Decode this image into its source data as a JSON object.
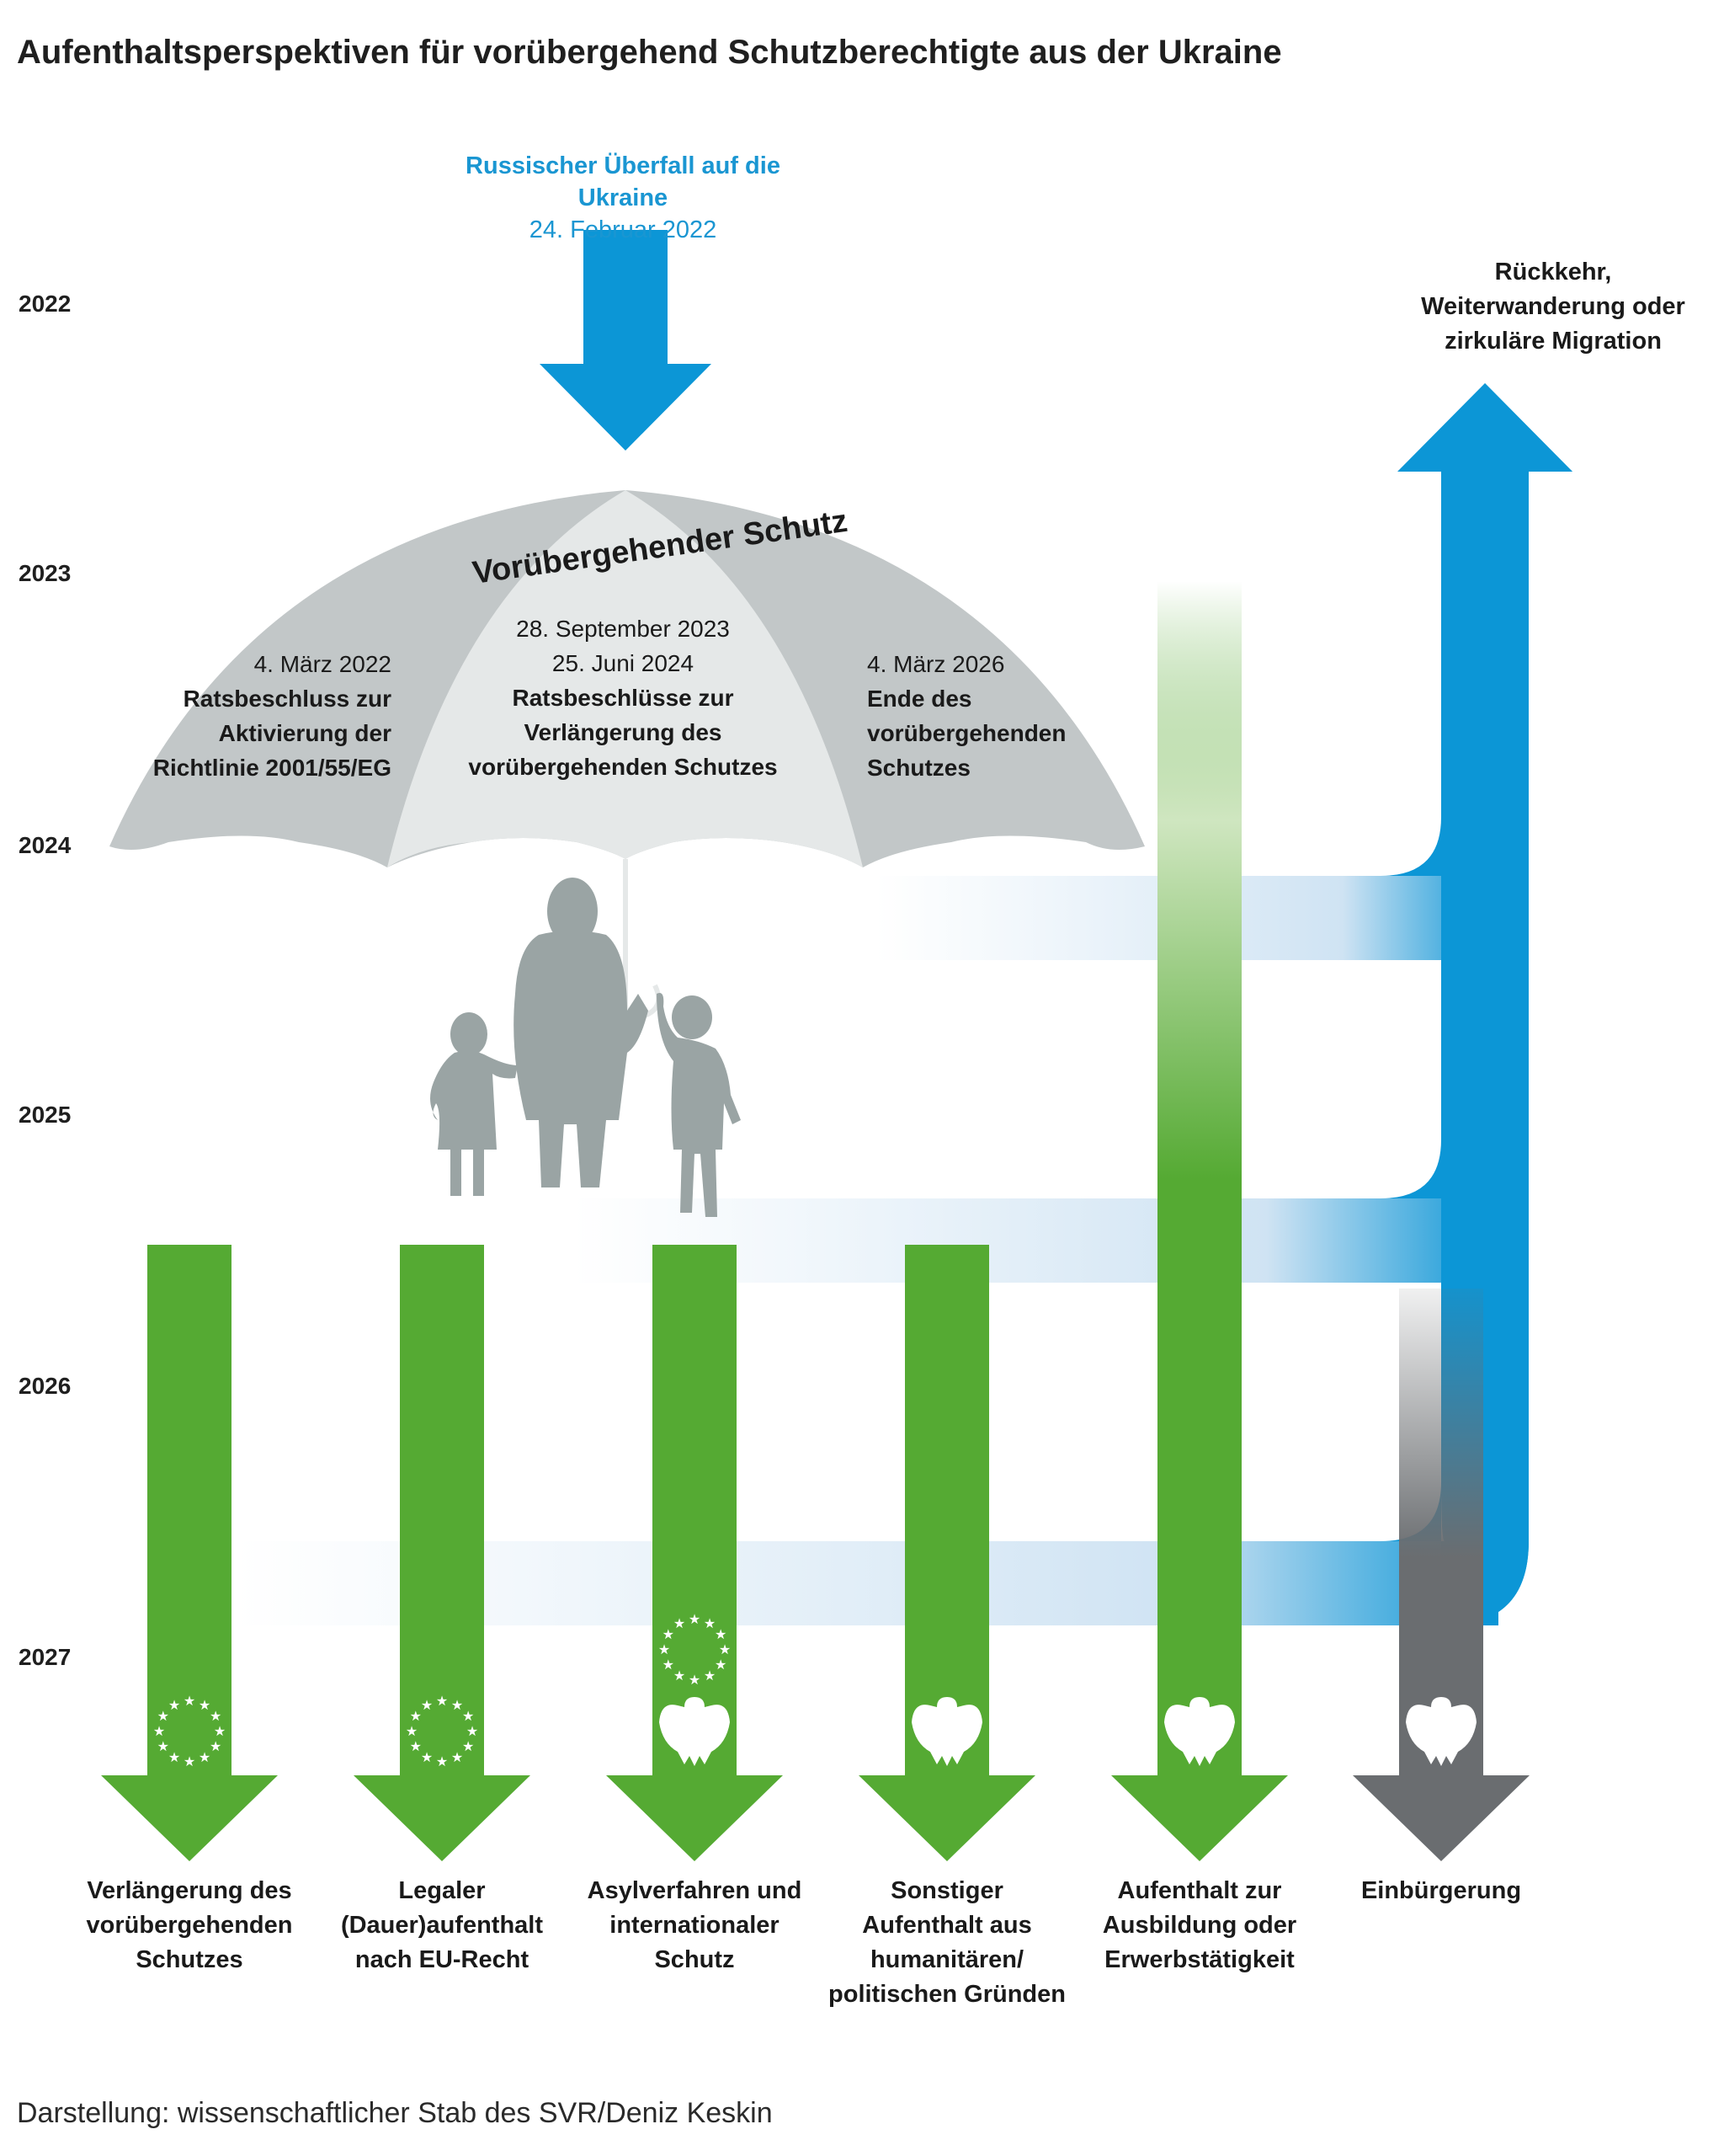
{
  "title": "Aufenthaltsperspektiven für vorübergehend Schutzberechtigte aus der Ukraine",
  "years": [
    "2022",
    "2023",
    "2024",
    "2025",
    "2026",
    "2027"
  ],
  "invasion": {
    "headline": "Russischer Überfall auf die Ukraine",
    "date": "24. Februar 2022"
  },
  "umbrella": {
    "title": "Vorübergehender Schutz",
    "left": {
      "date": "4. März 2022",
      "lines": [
        "Ratsbeschluss zur",
        "Aktivierung der",
        "Richtlinie 2001/55/EG"
      ]
    },
    "middle": {
      "dates": [
        "28. September 2023",
        "25. Juni 2024"
      ],
      "lines": [
        "Ratsbeschlüsse zur",
        "Verlängerung des",
        "vorübergehenden Schutzes"
      ]
    },
    "right": {
      "date": "4. März 2026",
      "lines": [
        "Ende des",
        "vorübergehenden",
        "Schutzes"
      ]
    }
  },
  "return_label": [
    "Rückkehr,",
    "Weiterwanderung oder",
    "zirkuläre Migration"
  ],
  "outcomes": [
    {
      "lines": [
        "Verlängerung des",
        "vorübergehenden",
        "Schutzes"
      ],
      "emblems": [
        "eu-stars-icon"
      ],
      "color": "#55aa33"
    },
    {
      "lines": [
        "Legaler",
        "(Dauer)aufenthalt",
        "nach EU-Recht"
      ],
      "emblems": [
        "eu-stars-icon"
      ],
      "color": "#55aa33"
    },
    {
      "lines": [
        "Asylverfahren und",
        "internationaler",
        "Schutz"
      ],
      "emblems": [
        "eu-stars-icon",
        "federal-eagle-icon"
      ],
      "color": "#55aa33"
    },
    {
      "lines": [
        "Sonstiger",
        "Aufenthalt aus",
        "humanitären/",
        "politischen Gründen"
      ],
      "emblems": [
        "federal-eagle-icon"
      ],
      "color": "#55aa33"
    },
    {
      "lines": [
        "Aufenthalt zur",
        "Ausbildung oder",
        "Erwerbstätigkeit"
      ],
      "emblems": [
        "federal-eagle-icon"
      ],
      "color": "#55aa33"
    },
    {
      "lines": [
        "Einbürgerung"
      ],
      "emblems": [
        "federal-eagle-icon"
      ],
      "color": "#6a6d70"
    }
  ],
  "colors": {
    "blue": "#0c96d6",
    "green": "#55aa33",
    "grey": "#6a6d70",
    "umbrella_dark": "#c2c7c8",
    "umbrella_light": "#e5e8e8",
    "figures": "#9aa4a4"
  },
  "footer": "Darstellung: wissenschaftlicher Stab des SVR/Deniz Keskin"
}
